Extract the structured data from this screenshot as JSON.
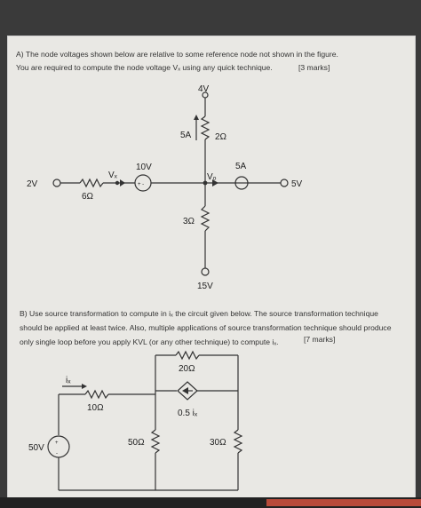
{
  "part_a": {
    "line1": "A)   The node voltages shown below are relative to some reference node not shown in the figure.",
    "line2": "You are required to compute the node voltage Vₓ using any quick technique.",
    "marks": "[3 marks]"
  },
  "circuit_a": {
    "top_voltage": "4V",
    "current_source_top": "5A",
    "resistor_top": "2Ω",
    "left_voltage": "2V",
    "left_resistor": "6Ω",
    "vx_label": "Vₓ",
    "dep_source_label": "10V",
    "vo_label": "Vₒ",
    "current_source_right": "5A",
    "right_voltage": "5V",
    "bottom_resistor": "3Ω",
    "bottom_voltage": "15V"
  },
  "part_b": {
    "line1": "B)   Use source transformation to compute  in iₓ the circuit given below. The source transformation technique",
    "line2": "should be applied at least twice. Also, multiple applications of source transformation technique should produce",
    "line3": "only single loop before you apply KVL (or any other technique) to compute iₓ.",
    "marks": "[7 marks]"
  },
  "circuit_b": {
    "current_label": "iₓ",
    "r1": "10Ω",
    "r_top": "20Ω",
    "dep_source": "0.5 iₓ",
    "source_voltage": "50V",
    "r2": "50Ω",
    "r3": "30Ω"
  }
}
